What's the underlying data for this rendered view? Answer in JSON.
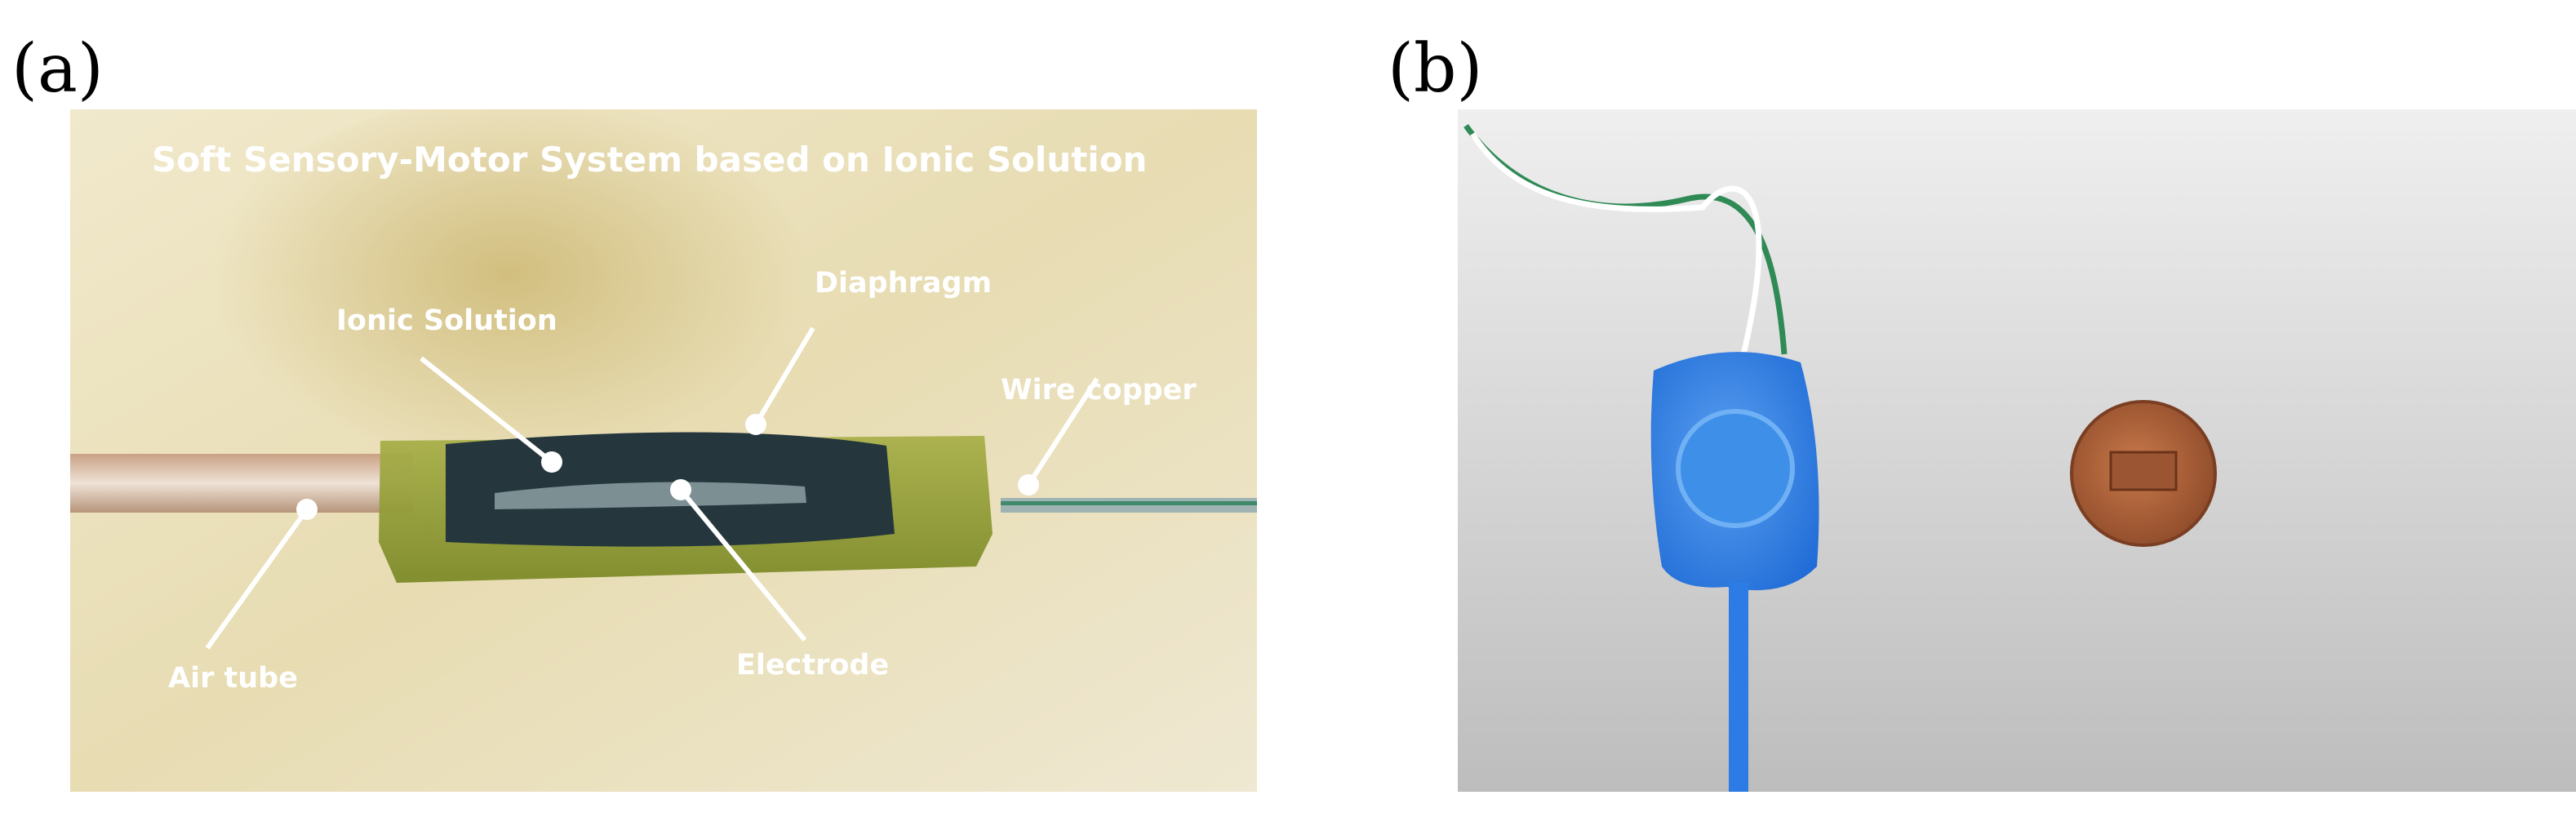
{
  "panels": [
    {
      "label": "(a)",
      "title": "Soft Sensory-Motor System based on Ionic Solution",
      "annotations": {
        "ionic_solution": "Ionic Solution",
        "diaphragm": "Diaphragm",
        "wire_copper": "Wire copper",
        "air_tube": "Air tube",
        "electrode": "Electrode"
      }
    },
    {
      "label": "(b)"
    }
  ],
  "colors": {
    "sensor_green": "#8f9a34",
    "device_blue": "#2f7fe8",
    "wire_green": "#2f8a55",
    "penny_copper": "#b2643a"
  }
}
